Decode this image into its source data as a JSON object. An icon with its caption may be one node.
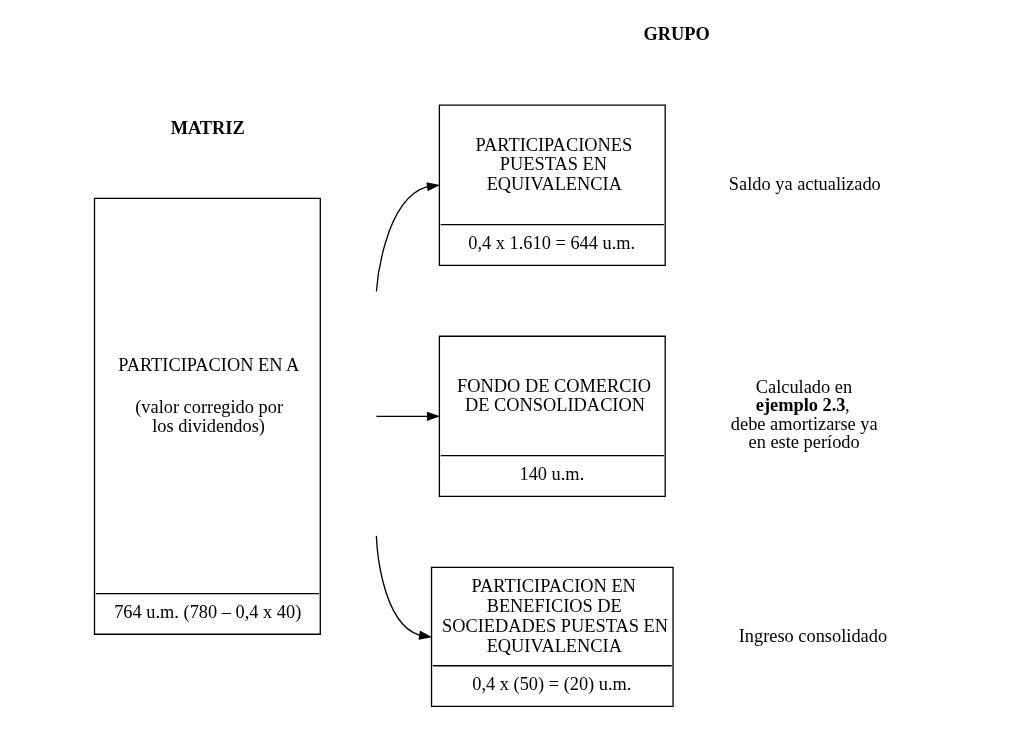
{
  "diagram": {
    "nodes": [
      {
        "text": [
          "PARTICIPACION EN A",
          "(valor corregido por los dividendos)",
          "764 u.m. (780 – 0,4 x 40)"
        ]
      },
      {
        "text": [
          "PARTICIPACIONES PUESTAS EN EQUIVALENCIA",
          "0,4 x 1.610 = 644 u.m."
        ],
        "beside": [
          "Saldo ya actualizado"
        ]
      },
      {
        "text": [
          "FONDO DE COMERCIO DE CONSOLIDACION",
          "140 u.m."
        ],
        "beside": [
          "Calculado en **ejemplo 2.3**, debe amortizarse ya en este período"
        ]
      },
      {
        "text": [
          "PARTICIPACION EN BENEFICIOS DE SOCIEDADES PUESTAS EN EQUIVALENCIA",
          "0,4 x (50) = (20) u.m."
        ],
        "beside": [
          "Ingreso consolidado"
        ]
      }
    ],
    "edges": [
      {
        "from": null,
        "to": 1,
        "arrow": "to"
      },
      {
        "from": null,
        "to": 2,
        "arrow": "to"
      },
      {
        "from": null,
        "to": 3,
        "arrow": "to"
      }
    ],
    "labels": [
      "MATRIZ",
      "GRUPO"
    ]
  }
}
